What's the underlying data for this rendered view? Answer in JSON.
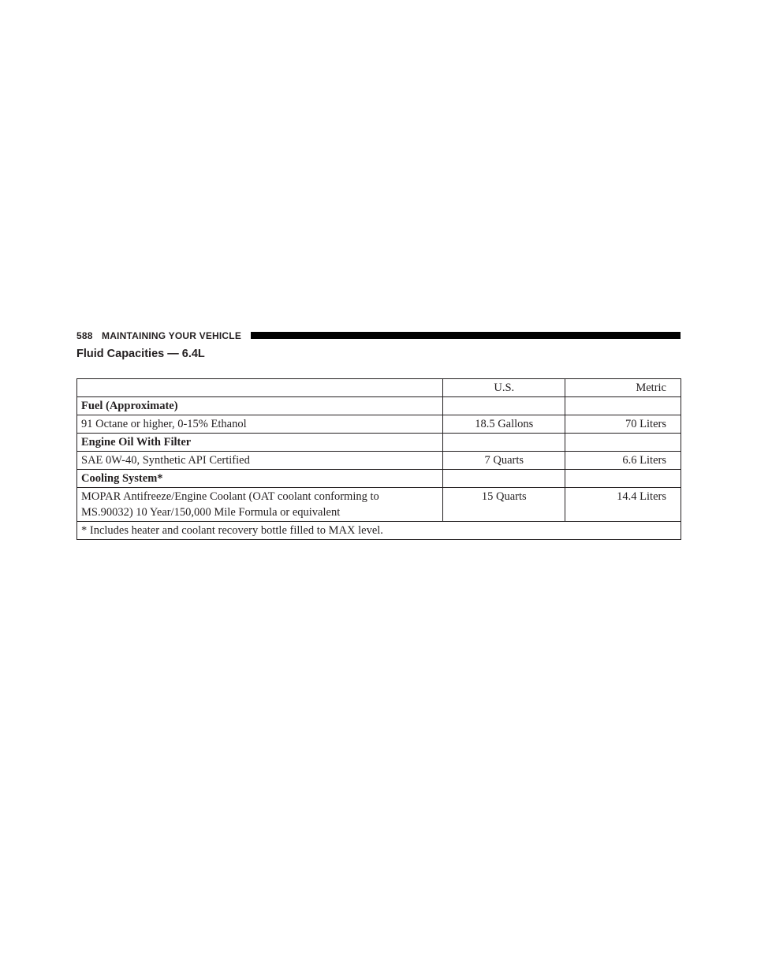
{
  "header": {
    "page_number": "588",
    "section_title": "MAINTAINING YOUR VEHICLE"
  },
  "title": "Fluid Capacities — 6.4L",
  "table": {
    "columns": [
      "",
      "U.S.",
      "Metric"
    ],
    "rows": [
      {
        "label": "Fuel (Approximate)",
        "us": "",
        "metric": "",
        "heading": true
      },
      {
        "label": "91 Octane or higher, 0-15% Ethanol",
        "us": "18.5 Gallons",
        "metric": "70 Liters",
        "heading": false
      },
      {
        "label": "Engine Oil With Filter",
        "us": "",
        "metric": "",
        "heading": true
      },
      {
        "label": "SAE 0W-40, Synthetic API Certified",
        "us": "7 Quarts",
        "metric": "6.6 Liters",
        "heading": false
      },
      {
        "label": "Cooling System*",
        "us": "",
        "metric": "",
        "heading": true
      },
      {
        "label_line1": "MOPAR Antifreeze/Engine Coolant (OAT coolant conforming to",
        "label_line2": "MS.90032) 10 Year/150,000 Mile Formula or equivalent",
        "us": "15 Quarts",
        "metric": "14.4 Liters",
        "heading": false
      }
    ],
    "footnote": "* Includes heater and coolant recovery bottle filled to MAX level."
  }
}
